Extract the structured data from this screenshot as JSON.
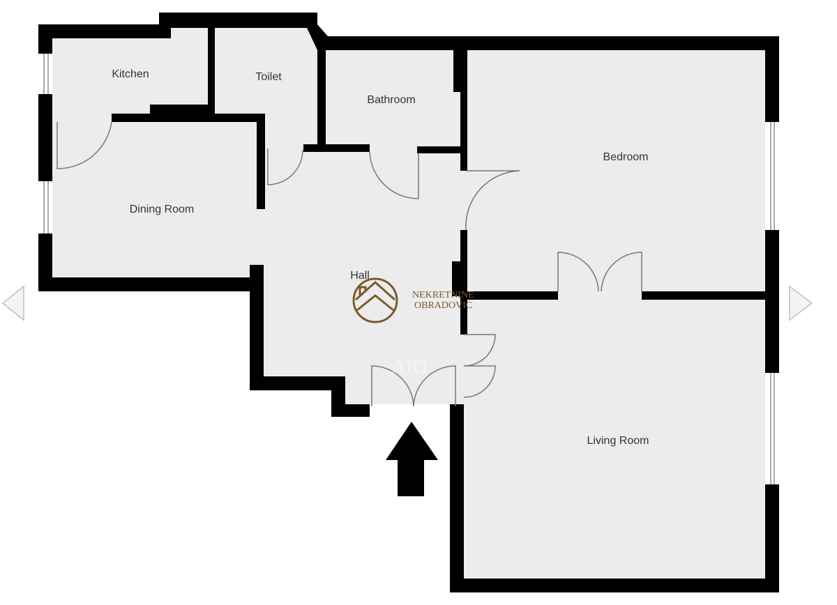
{
  "rooms": {
    "kitchen": "Kitchen",
    "toilet": "Toilet",
    "bathroom": "Bathroom",
    "bedroom": "Bedroom",
    "dining_room": "Dining Room",
    "hall": "Hall",
    "living_room": "Living Room"
  },
  "watermark": {
    "line1": "NEKRETNINE",
    "line2": "OBRADOVIC",
    "faint": "ART"
  },
  "colors": {
    "floor": "#ececee",
    "wall": "#000000",
    "brand": "#7a5a2a",
    "nav": "#d8d8d8"
  },
  "nav": {
    "prev_icon": "chevron-left-icon",
    "next_icon": "chevron-right-icon"
  }
}
